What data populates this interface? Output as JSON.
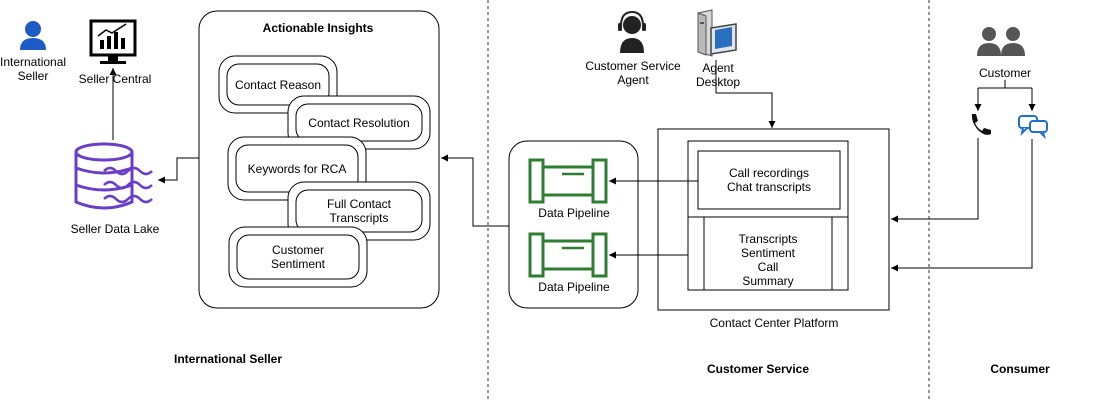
{
  "sections": {
    "international_seller": "International Seller",
    "customer_service": "Customer Service",
    "consumer": "Consumer"
  },
  "actors": {
    "international_seller": "International\nSeller",
    "seller_central": "Seller Central",
    "seller_data_lake": "Seller Data Lake",
    "customer_service_agent": "Customer Service\nAgent",
    "agent_desktop": "Agent\nDesktop",
    "customer": "Customer"
  },
  "insights": {
    "title": "Actionable Insights",
    "items": [
      "Contact Reason",
      "Contact Resolution",
      "Keywords for RCA",
      "Full Contact\nTranscripts",
      "Customer\nSentiment"
    ]
  },
  "pipelines": {
    "top": "Data Pipeline",
    "bottom": "Data Pipeline"
  },
  "contact_center": {
    "label": "Contact Center Platform",
    "recordings": "Call recordings\nChat transcripts",
    "outputs": "Transcripts\nSentiment\nCall\nSummary"
  },
  "colors": {
    "pipeline_green": "#2e7d32",
    "data_lake_purple": "#6a3fc8",
    "chat_blue": "#1f6fd1",
    "person_blue": "#1f5bc4"
  }
}
